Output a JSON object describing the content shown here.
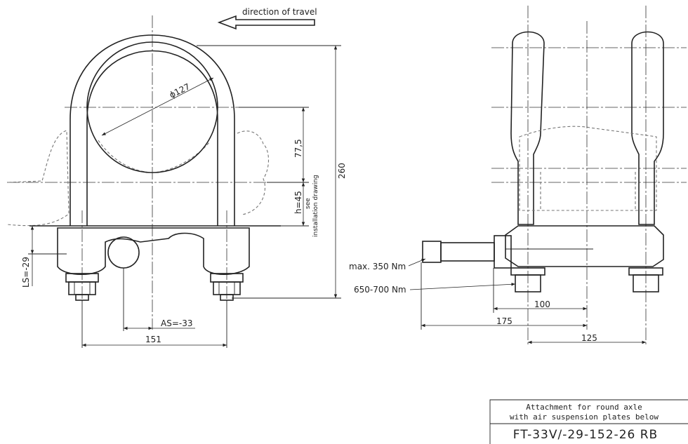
{
  "front_view": {
    "direction_label": "direction of travel",
    "diameter_label": "ϕ127",
    "overall_height_label": "260",
    "center_to_spring_label": "77,5",
    "h_label": "h=45",
    "see_note": "see",
    "installation_note": "installation drawing",
    "ls_label": "LS=-29",
    "as_label": "AS=-33",
    "bolt_spacing_label": "151"
  },
  "side_view": {
    "torque_max_label": "max. 350 Nm",
    "torque_range_label": "650-700 Nm",
    "dim_100_label": "100",
    "dim_175_label": "175",
    "dim_125_label": "125"
  },
  "title_block": {
    "line1": "Attachment for round axle",
    "line2": "with air suspension plates below",
    "part_number": "FT-33V/-29-152-26 RB"
  }
}
